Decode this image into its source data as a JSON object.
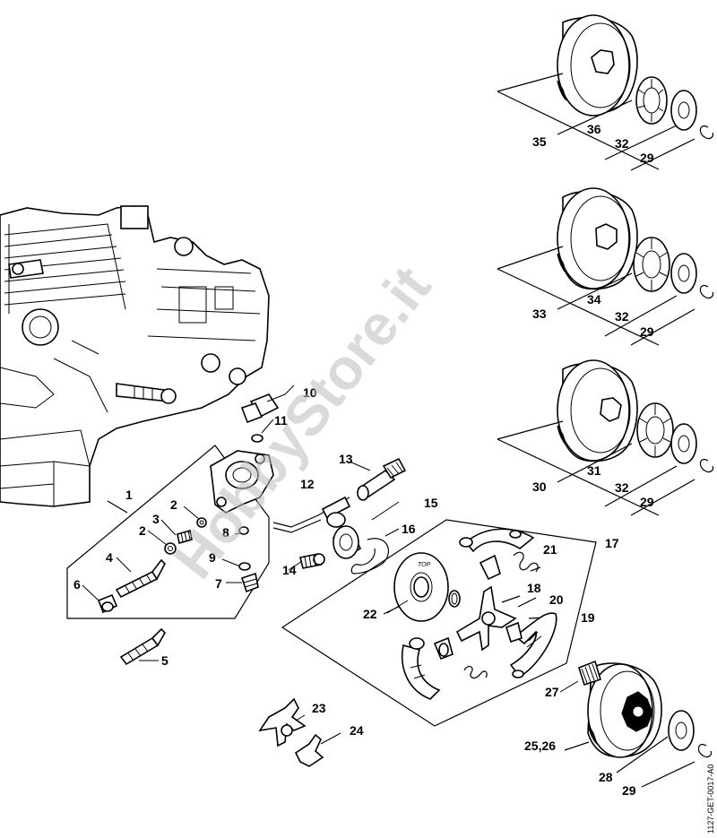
{
  "watermark": "HobbyStore.it",
  "drawing_code": "1127-GET-0017-A0",
  "disc_label": "TOP",
  "labels": {
    "l1": "1",
    "l2a": "2",
    "l2b": "2",
    "l3": "3",
    "l4": "4",
    "l5": "5",
    "l6": "6",
    "l7": "7",
    "l8": "8",
    "l9": "9",
    "l10": "10",
    "l11": "11",
    "l12": "12",
    "l13": "13",
    "l14": "14",
    "l15": "15",
    "l16": "16",
    "l17": "17",
    "l18": "18",
    "l19": "19",
    "l20": "20",
    "l21": "21",
    "l22": "22",
    "l23": "23",
    "l24": "24",
    "l2526": "25,26",
    "l27": "27",
    "l28": "28",
    "l29a": "29",
    "l29b": "29",
    "l29c": "29",
    "l29d": "29",
    "l30": "30",
    "l31": "31",
    "l32a": "32",
    "l32b": "32",
    "l32c": "32",
    "l33": "33",
    "l34": "34",
    "l35": "35",
    "l36": "36"
  }
}
